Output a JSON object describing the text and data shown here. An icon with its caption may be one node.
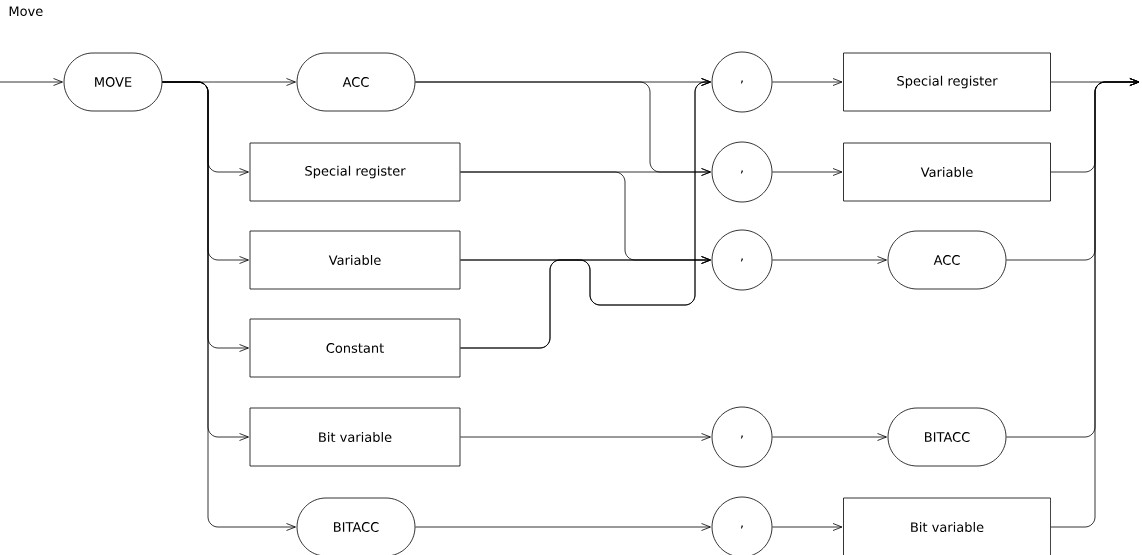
{
  "diagram": {
    "title": "Move",
    "nodes": [
      {
        "text": [
          "MOVE"
        ]
      },
      {
        "text": [
          "ACC"
        ]
      },
      {
        "text": [
          "Special register"
        ]
      },
      {
        "text": [
          "Variable"
        ]
      },
      {
        "text": [
          "Constant"
        ]
      },
      {
        "text": [
          "Bit variable"
        ]
      },
      {
        "text": [
          "BITACC"
        ]
      },
      {
        "text": [
          ","
        ]
      },
      {
        "text": [
          "Special register"
        ]
      },
      {
        "text": [
          ","
        ]
      },
      {
        "text": [
          "Variable"
        ]
      },
      {
        "text": [
          ","
        ]
      },
      {
        "text": [
          "ACC"
        ]
      },
      {
        "text": [
          ","
        ]
      },
      {
        "text": [
          "BITACC"
        ]
      },
      {
        "text": [
          ","
        ]
      },
      {
        "text": [
          "Bit variable"
        ]
      }
    ],
    "edges": [
      {
        "from": null,
        "to": 0,
        "arrow": "to"
      },
      {
        "from": 0,
        "to": 1,
        "arrow": "to"
      },
      {
        "from": 0,
        "to": 2,
        "arrow": "to"
      },
      {
        "from": 0,
        "to": 3,
        "arrow": "to"
      },
      {
        "from": 0,
        "to": 4,
        "arrow": "to"
      },
      {
        "from": 0,
        "to": 5,
        "arrow": "to"
      },
      {
        "from": 0,
        "to": 6,
        "arrow": "to"
      },
      {
        "from": 1,
        "to": 7,
        "arrow": "to"
      },
      {
        "from": 1,
        "to": 9,
        "arrow": "to"
      },
      {
        "from": 2,
        "to": 9,
        "arrow": "to"
      },
      {
        "from": 2,
        "to": 11,
        "arrow": "to"
      },
      {
        "from": 3,
        "to": 11,
        "arrow": "to"
      },
      {
        "from": 3,
        "to": 7,
        "arrow": "to"
      },
      {
        "from": 4,
        "to": 11,
        "arrow": "to"
      },
      {
        "from": 4,
        "to": 7,
        "arrow": "to"
      },
      {
        "from": 5,
        "to": 13,
        "arrow": "to"
      },
      {
        "from": 6,
        "to": 15,
        "arrow": "to"
      },
      {
        "from": 7,
        "to": 8,
        "arrow": "to"
      },
      {
        "from": 9,
        "to": 10,
        "arrow": "to"
      },
      {
        "from": 11,
        "to": 12,
        "arrow": "to"
      },
      {
        "from": 13,
        "to": 14,
        "arrow": "to"
      },
      {
        "from": 15,
        "to": 16,
        "arrow": "to"
      },
      {
        "from": 8,
        "to": null,
        "arrow": "to"
      },
      {
        "from": 10,
        "to": null,
        "arrow": "to"
      },
      {
        "from": 12,
        "to": null,
        "arrow": "to"
      },
      {
        "from": 14,
        "to": null,
        "arrow": "to"
      },
      {
        "from": 16,
        "to": null,
        "arrow": "to"
      }
    ]
  }
}
